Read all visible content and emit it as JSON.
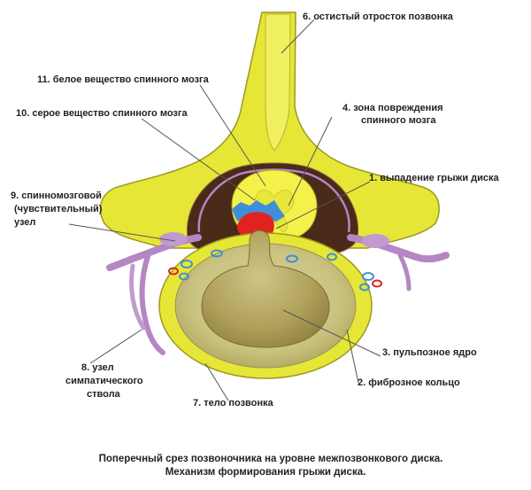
{
  "labels": {
    "l1": "1. выпадение грыжи диска",
    "l2": "2. фиброзное кольцо",
    "l3": "3. пульпозное ядро",
    "l4_1": "4. зона повреждения",
    "l4_2": "спинного мозга",
    "l6": "6. остистый отросток позвонка",
    "l7": "7. тело позвонка",
    "l8_1": "8. узел",
    "l8_2": "симпатического",
    "l8_3": "ствола",
    "l9_1": "9. спинномозговой",
    "l9_2": "(чувствительный)",
    "l9_3": "узел",
    "l10": "10. серое вещество спинного мозга",
    "l11": "11. белое вещество спинного мозга"
  },
  "caption": {
    "line1": "Поперечный срез позвоночника на уровне межпозвонкового диска.",
    "line2": "Механизм формирования грыжи диска."
  },
  "colors": {
    "bone": "#e6e637",
    "bone_outline": "#9a9a20",
    "disc_outer": "#c8c27a",
    "nucleus": "#a89a55",
    "canal": "#4a2a18",
    "spinal_cord": "#f4f24a",
    "nerve": "#b586c4",
    "injury_blue": "#3f8fd8",
    "herniation_red": "#e0231e"
  }
}
